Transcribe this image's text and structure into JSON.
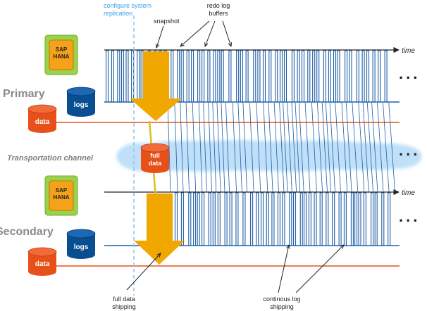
{
  "labels": {
    "configure": [
      "configure system",
      "replication"
    ],
    "snapshot": "snapshot",
    "redo": [
      "redo log",
      "buffers"
    ],
    "time": "time",
    "primary": "Primary",
    "secondary": "Secondary",
    "transport": "Transportation channel",
    "sap": [
      "SAP",
      "HANA"
    ],
    "logs": "logs",
    "data": "data",
    "full_data": [
      "full",
      "data"
    ],
    "ellipsis": "...",
    "full_shipping": [
      "full data",
      "shipping"
    ],
    "continuous_shipping": [
      "continous log",
      "shipping"
    ]
  },
  "colors": {
    "line_blue": "#1f5fa8",
    "config_blue": "#3aa0e8",
    "arrow_orange": "#f0a800",
    "cyl_blue": "#0a4e92",
    "cyl_orange": "#e8501a",
    "cloud_blue": "#bfe0f8",
    "chip_green": "#9bd24a",
    "chip_orange": "#f5a21a"
  }
}
